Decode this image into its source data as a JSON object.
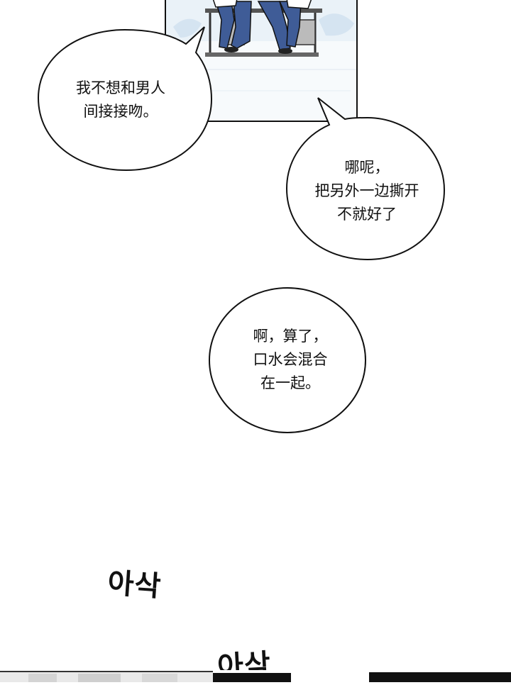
{
  "bubbles": {
    "bubble1": {
      "lines": [
        "我不想和男人",
        "间接接吻。"
      ]
    },
    "bubble2": {
      "lines": [
        "哪呢，",
        "把另外一边撕开",
        "不就好了"
      ]
    },
    "bubble3": {
      "lines": [
        "啊，算了，",
        "口水会混合",
        "在一起。"
      ]
    }
  },
  "sfx": {
    "sfx1": "아삭",
    "sfx2": "아삭"
  },
  "colors": {
    "ink": "#111111",
    "jeans": "#3f5c97",
    "panel_bg": "#f6f9fb",
    "sky": "#cfe0ef"
  }
}
